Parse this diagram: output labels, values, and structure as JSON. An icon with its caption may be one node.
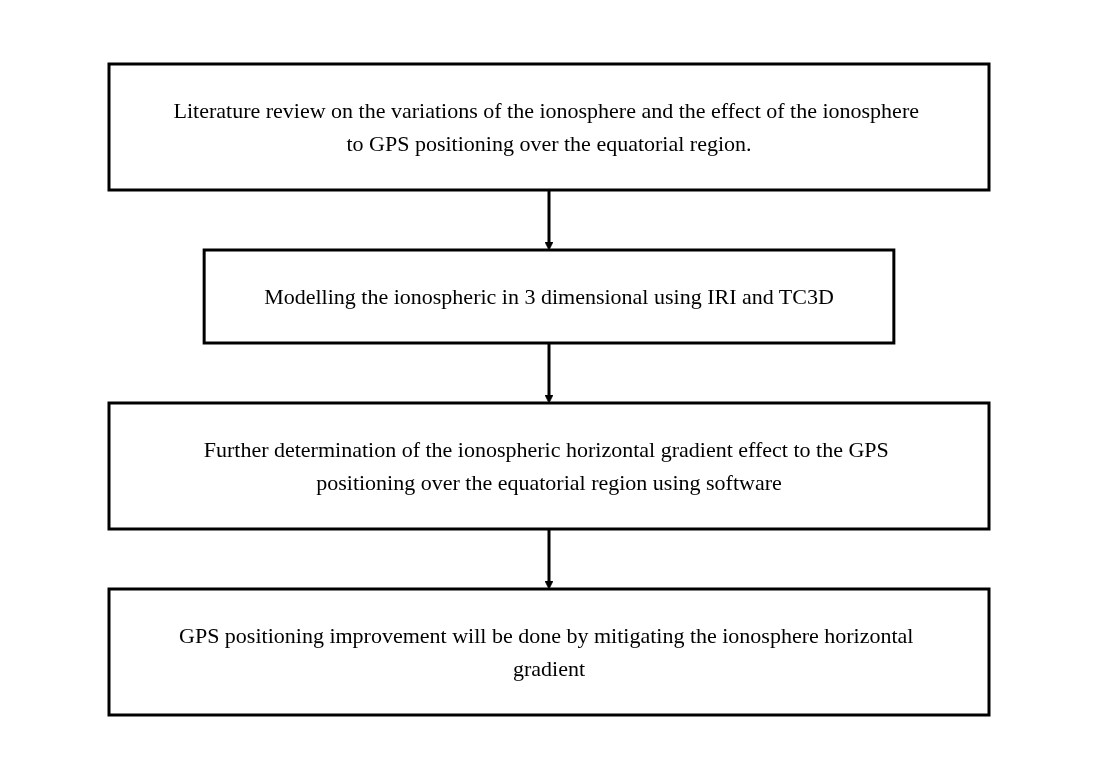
{
  "diagram": {
    "nodes": [
      {
        "text": [
          "Literature review on the variations of the ionosphere and the effect of the ionosphere to GPS positioning over the equatorial region."
        ]
      },
      {
        "text": [
          "Modelling the ionospheric in 3 dimensional using IRI and TC3D"
        ]
      },
      {
        "text": [
          "Further determination of the ionospheric horizontal gradient effect to the GPS positioning over the equatorial region using software"
        ]
      },
      {
        "text": [
          "GPS positioning improvement will be done by mitigating the ionosphere horizontal gradient"
        ]
      }
    ],
    "edges": [
      {
        "from": 0,
        "to": 1,
        "arrow": "to"
      },
      {
        "from": 1,
        "to": 2,
        "arrow": "to"
      },
      {
        "from": 2,
        "to": 3,
        "arrow": "to"
      }
    ]
  }
}
